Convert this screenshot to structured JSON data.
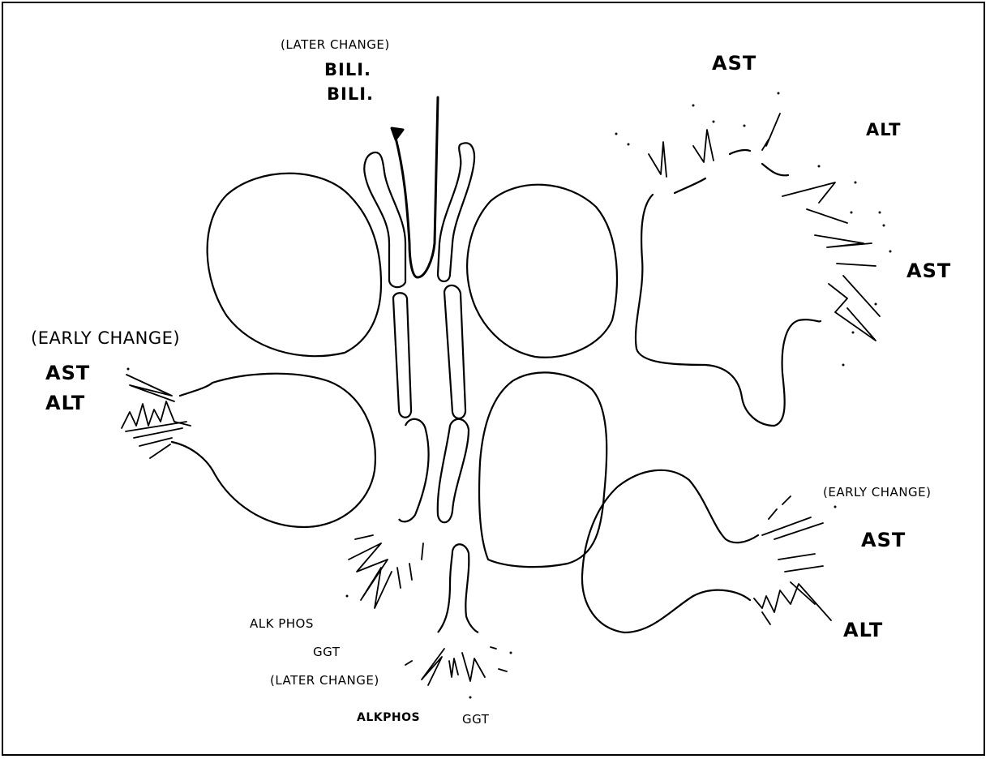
{
  "labels": {
    "top_later_change": "(LATER CHANGE)",
    "top_bili_1": "BILI.",
    "top_bili_2": "BILI.",
    "right_ast_top": "AST",
    "right_alt": "ALT",
    "right_ast_mid": "AST",
    "left_early_change": "(EARLY CHANGE)",
    "left_ast": "AST",
    "left_alt": "ALT",
    "br_early_change": "(EARLY CHANGE)",
    "br_ast": "AST",
    "br_alt": "ALT",
    "bottom_alk_phos": "ALK PHOS",
    "bottom_ggt": "GGT",
    "bottom_later_change": "(LATER CHANGE)",
    "bottom_alkphos": "ALKPHOS",
    "bottom_ggt_2": "GGT"
  }
}
